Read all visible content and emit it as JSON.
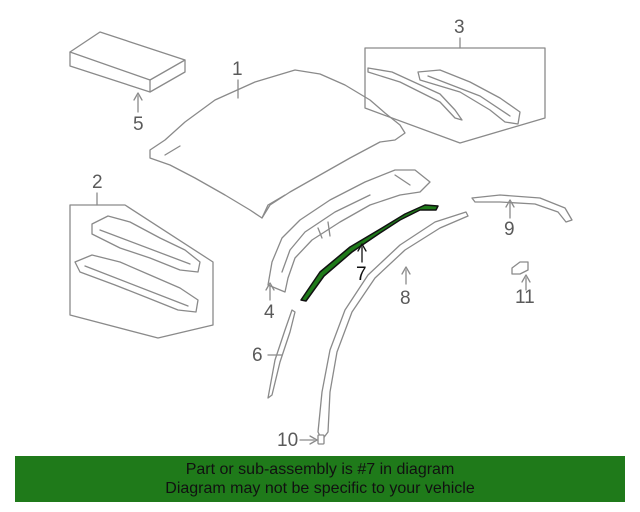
{
  "callouts": {
    "c1": "1",
    "c2": "2",
    "c3": "3",
    "c4": "4",
    "c5": "5",
    "c6": "6",
    "c7": "7",
    "c8": "8",
    "c9": "9",
    "c10": "10",
    "c11": "11"
  },
  "highlight_part": "7",
  "colors": {
    "banner": "#1f7a1a",
    "highlight": "#1f7a1a",
    "line": "#8a8a8a"
  },
  "banner": {
    "line1": "Part or sub-assembly is #7 in diagram",
    "line2": "Diagram may not be specific to your vehicle"
  }
}
